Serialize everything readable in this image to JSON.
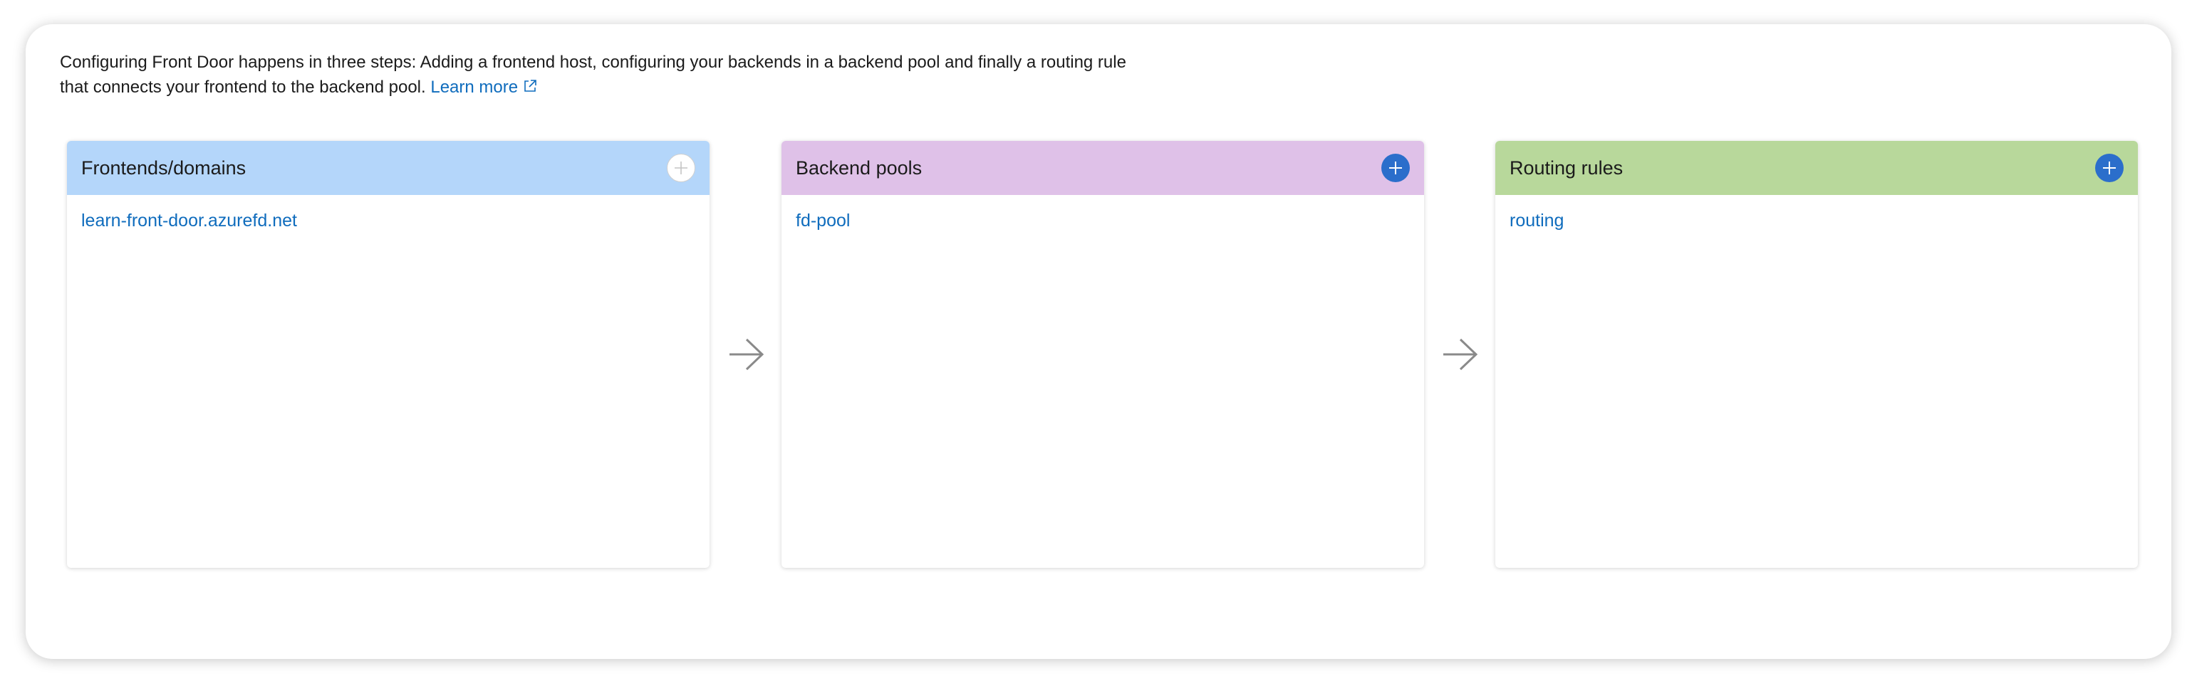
{
  "intro": {
    "text": "Configuring Front Door happens in three steps: Adding a frontend host, configuring your backends in a backend pool and finally a routing rule that connects your frontend to the backend pool.",
    "learn_more": "Learn more",
    "learn_more_icon": "external-link-icon"
  },
  "colors": {
    "frontends_header": "#b4d6fa",
    "backends_header": "#dfc1e8",
    "routing_header": "#b8d89b",
    "link": "#0f6cbd",
    "add_button": "#2b6ecb"
  },
  "cards": {
    "frontends": {
      "title": "Frontends/domains",
      "items": [
        "learn-front-door.azurefd.net"
      ],
      "add_enabled": false
    },
    "backends": {
      "title": "Backend pools",
      "items": [
        "fd-pool"
      ],
      "add_enabled": true
    },
    "routing": {
      "title": "Routing rules",
      "items": [
        "routing"
      ],
      "add_enabled": true
    }
  },
  "icons": {
    "add": "plus-icon",
    "flow": "arrow-right-icon"
  }
}
